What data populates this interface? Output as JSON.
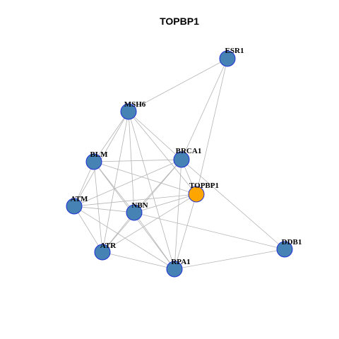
{
  "title": "TOPBP1",
  "colors": {
    "node_fill": "#4682b4",
    "focus_fill": "#ffa500",
    "node_border": "#1f2fd6",
    "edge": "#b4b4b4"
  },
  "graph": {
    "focus": "TOPBP1",
    "nodes": [
      "ESR1",
      "MSH6",
      "BLM",
      "BRCA1",
      "TOPBP1",
      "ATM",
      "NBN",
      "ATR",
      "RPA1",
      "DDB1"
    ],
    "edges": [
      [
        "ESR1",
        "MSH6"
      ],
      [
        "ESR1",
        "BRCA1"
      ],
      [
        "ESR1",
        "TOPBP1"
      ],
      [
        "MSH6",
        "BLM"
      ],
      [
        "MSH6",
        "ATM"
      ],
      [
        "MSH6",
        "BRCA1"
      ],
      [
        "MSH6",
        "TOPBP1"
      ],
      [
        "MSH6",
        "NBN"
      ],
      [
        "MSH6",
        "ATR"
      ],
      [
        "MSH6",
        "RPA1"
      ],
      [
        "BLM",
        "BRCA1"
      ],
      [
        "BLM",
        "TOPBP1"
      ],
      [
        "BLM",
        "ATM"
      ],
      [
        "BLM",
        "NBN"
      ],
      [
        "BLM",
        "ATR"
      ],
      [
        "BLM",
        "RPA1"
      ],
      [
        "BRCA1",
        "TOPBP1"
      ],
      [
        "BRCA1",
        "ATM"
      ],
      [
        "BRCA1",
        "NBN"
      ],
      [
        "BRCA1",
        "ATR"
      ],
      [
        "BRCA1",
        "RPA1"
      ],
      [
        "BRCA1",
        "DDB1"
      ],
      [
        "TOPBP1",
        "ATM"
      ],
      [
        "TOPBP1",
        "NBN"
      ],
      [
        "TOPBP1",
        "ATR"
      ],
      [
        "TOPBP1",
        "RPA1"
      ],
      [
        "ATM",
        "NBN"
      ],
      [
        "ATM",
        "ATR"
      ],
      [
        "ATM",
        "RPA1"
      ],
      [
        "NBN",
        "ATR"
      ],
      [
        "NBN",
        "RPA1"
      ],
      [
        "NBN",
        "DDB1"
      ],
      [
        "ATR",
        "RPA1"
      ],
      [
        "RPA1",
        "DDB1"
      ]
    ]
  }
}
